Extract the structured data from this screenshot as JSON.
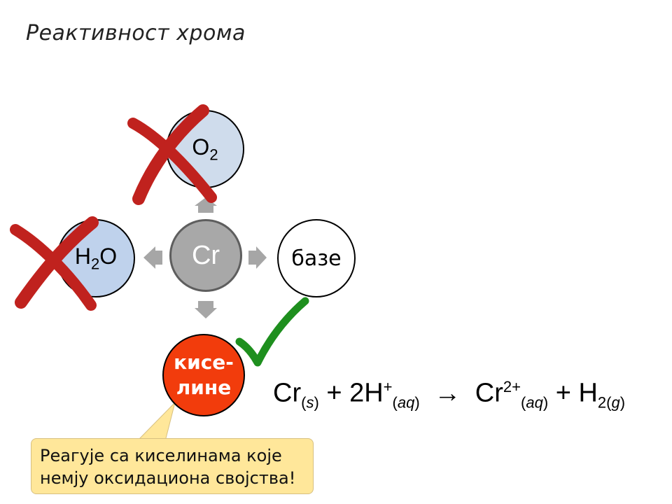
{
  "title": "Реактивност хрома",
  "nodes": {
    "o2": {
      "symbol": "O",
      "subscript": "2",
      "status": "crossed"
    },
    "h2o": {
      "symbol_a": "H",
      "subscript": "2",
      "symbol_b": "O",
      "status": "crossed"
    },
    "cr": {
      "label": "Cr"
    },
    "base": {
      "label": "базе"
    },
    "acid": {
      "line1": "кисе-",
      "line2": "лине",
      "status": "checked"
    }
  },
  "callout": {
    "line1": "Реагује са киселинама које",
    "line2": "немју оксидациона својства!"
  },
  "equation": {
    "reactant1": "Cr",
    "reactant1_state": "s",
    "plus1": "+",
    "reactant2": "2H",
    "reactant2_charge": "+",
    "reactant2_state": "aq",
    "arrow": "→",
    "product1": "Cr",
    "product1_charge": "2+",
    "product1_state": "aq",
    "plus2": "+",
    "product2": "H",
    "product2_sub": "2",
    "product2_state": "g"
  },
  "colors": {
    "cross": "#c0221e",
    "check": "#1e8f1e",
    "arrow": "#a6a6a6",
    "cr_fill": "#a8a8a8",
    "acid_fill": "#f23c0c",
    "callout_fill": "#ffe79a",
    "water_fill": "#bfd2ec",
    "oxygen_fill": "#cfdcec"
  }
}
